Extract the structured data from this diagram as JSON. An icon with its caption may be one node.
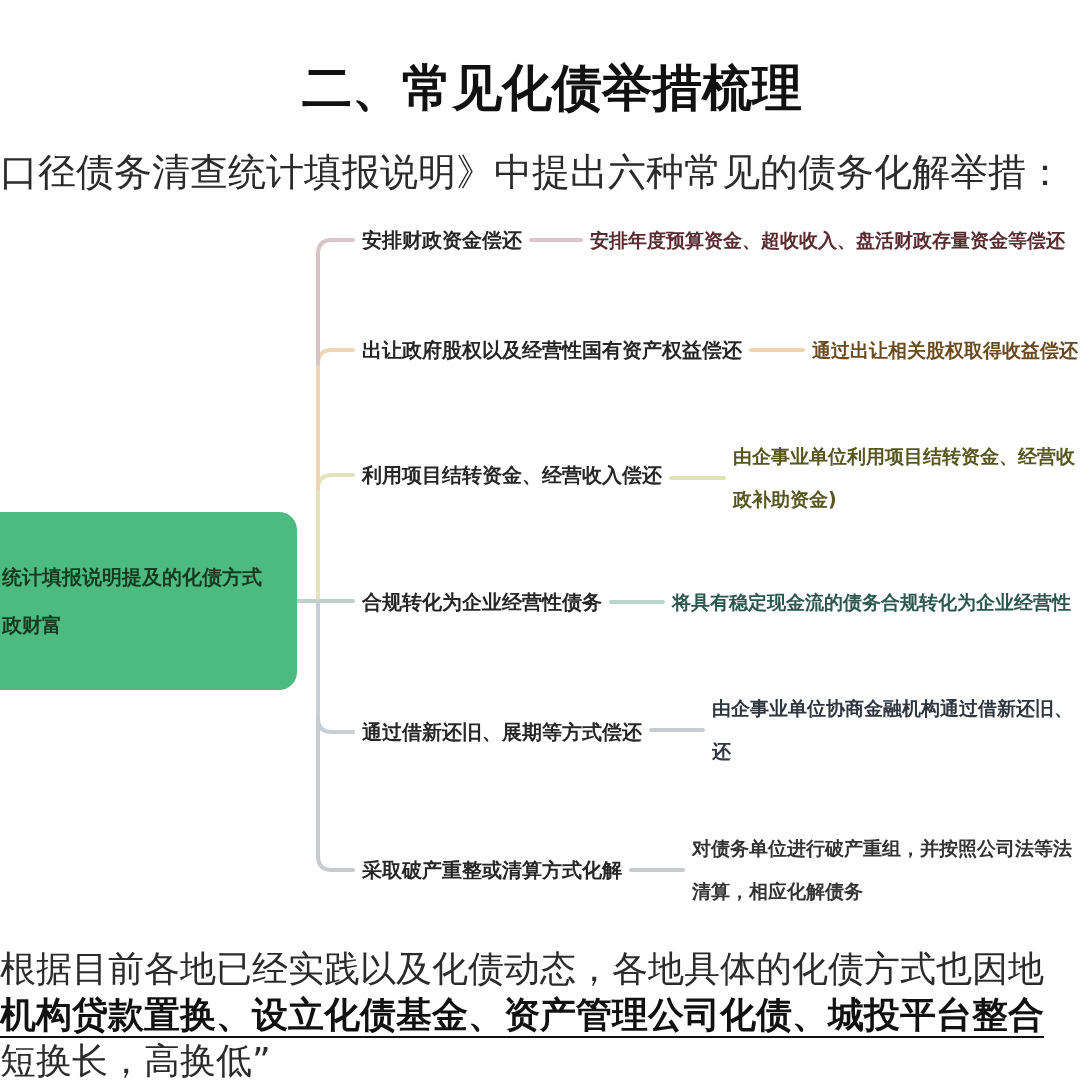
{
  "diagram": {
    "title": "二、常见化债举措梳理",
    "nodes": [
      {
        "text": [
          "统计填报说明提及的化债方式政财富"
        ]
      },
      {
        "text": [
          "安排财政资金偿还"
        ]
      },
      {
        "text": [
          "安排年度预算资金、超收收入、盘活财政存量资金等偿还"
        ]
      },
      {
        "text": [
          "出让政府股权以及经营性国有资产权益偿还"
        ]
      },
      {
        "text": [
          "通过出让相关股权取得收益偿还"
        ]
      },
      {
        "text": [
          "利用项目结转资金、经营收入偿还"
        ]
      },
      {
        "text": [
          "由企事业单位利用项目结转资金、经营收政补助资金)"
        ]
      },
      {
        "text": [
          "合规转化为企业经营性债务"
        ]
      },
      {
        "text": [
          "将具有稳定现金流的债务合规转化为企业经营性"
        ]
      },
      {
        "text": [
          "通过借新还旧、展期等方式偿还"
        ]
      },
      {
        "text": [
          "由企事业单位协商金融机构通过借新还旧、还"
        ]
      },
      {
        "text": [
          "采取破产重整或清算方式化解"
        ]
      },
      {
        "text": [
          "对债务单位进行破产重组，并按照公司法等法清算，相应化解债务"
        ]
      }
    ],
    "edges": [
      {
        "from": 0,
        "to": 1,
        "arrow": "none",
        "color": "#d9c4ca"
      },
      {
        "from": 0,
        "to": 3,
        "arrow": "none",
        "color": "#efd7b6"
      },
      {
        "from": 0,
        "to": 5,
        "arrow": "none",
        "color": "#e2e3bc"
      },
      {
        "from": 0,
        "to": 7,
        "arrow": "none",
        "color": "#bfcfca"
      },
      {
        "from": 0,
        "to": 9,
        "arrow": "none",
        "color": "#c8ced7"
      },
      {
        "from": 0,
        "to": 11,
        "arrow": "none",
        "color": "#c9cacd"
      },
      {
        "from": 1,
        "to": 2,
        "arrow": "none",
        "color": "#dcc3ca"
      },
      {
        "from": 3,
        "to": 4,
        "arrow": "none",
        "color": "#f0d4ae"
      },
      {
        "from": 5,
        "to": 6,
        "arrow": "none",
        "color": "#dfe3b0"
      },
      {
        "from": 7,
        "to": 8,
        "arrow": "none",
        "color": "#b7d5ca"
      },
      {
        "from": 9,
        "to": 10,
        "arrow": "none",
        "color": "#c4ccd6"
      },
      {
        "from": 11,
        "to": 12,
        "arrow": "none",
        "color": "#c8cacd"
      }
    ],
    "labels": [
      "口径债务清查统计填报说明》中提出六种常见的债务化解举措：",
      "根据目前各地已经实践以及化债动态，各地具体的化债方式也因地**机构贷款置换、设立化债基金、资产管理公司化债、城投平台整合**短换长，高换低”"
    ]
  }
}
